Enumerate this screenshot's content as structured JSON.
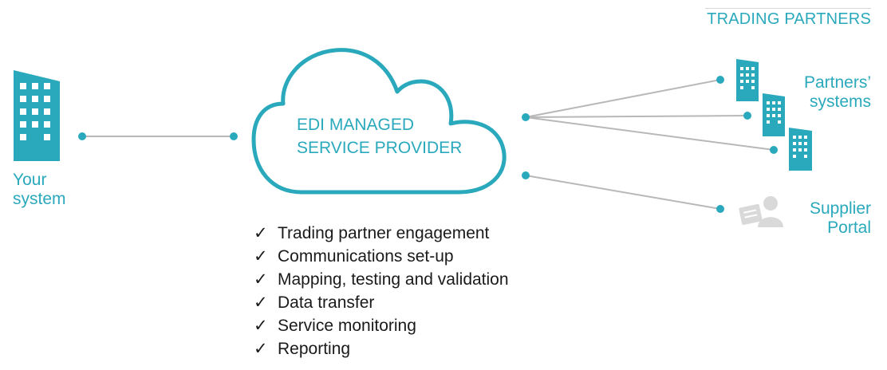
{
  "header": {
    "title": "TRADING PARTNERS"
  },
  "left": {
    "label_line1": "Your",
    "label_line2": "system"
  },
  "cloud": {
    "line1": "EDI MANAGED",
    "line2": "SERVICE PROVIDER"
  },
  "partners": {
    "line1": "Partners’",
    "line2": "systems"
  },
  "portal": {
    "line1": "Supplier",
    "line2": "Portal"
  },
  "features": [
    "Trading partner engagement",
    "Communications set-up",
    "Mapping, testing and validation",
    "Data transfer",
    "Service monitoring",
    "Reporting"
  ],
  "check_glyph": "✓",
  "colors": {
    "accent": "#2aa9bd",
    "line": "#b8b8b8",
    "portal_icon": "#d9d9d9",
    "text": "#1a1a1a"
  },
  "icons": [
    "building-icon",
    "portal-user-icon"
  ]
}
